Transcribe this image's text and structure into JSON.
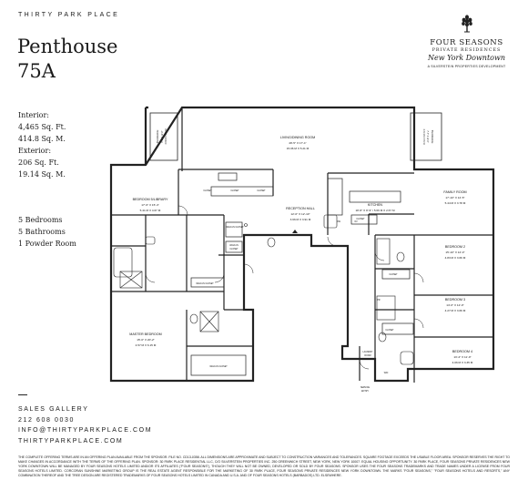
{
  "header": {
    "building": "THIRTY PARK PLACE",
    "title_line1": "Penthouse",
    "title_line2": "75A"
  },
  "specs": {
    "interior_label": "Interior:",
    "interior_ft": "4,465 Sq. Ft.",
    "interior_m": "414.8 Sq. M.",
    "exterior_label": "Exterior:",
    "exterior_ft": "206 Sq. Ft.",
    "exterior_m": "19.14 Sq. M.",
    "bedrooms": "5 Bedrooms",
    "bathrooms": "5 Bathrooms",
    "powder": "1 Powder Room"
  },
  "logo": {
    "line1": "FOUR SEASONS",
    "line2": "PRIVATE RESIDENCES",
    "line3": "New York Downtown",
    "line4": "A SILVERSTEIN PROPERTIES DEVELOPMENT"
  },
  "contact": {
    "label": "SALES GALLERY",
    "phone": "212 608 0030",
    "email": "INFO@THIRTYPARKPLACE.COM",
    "web": "THIRTYPARKPLACE.COM"
  },
  "plan": {
    "terrace_w_name": "TERRACE",
    "terrace_w_dim1": "8'-7\" X 12'-6\"",
    "terrace_w_dim2": "2.62 M X 3.81 M",
    "terrace_e_name": "TERRACE",
    "terrace_e_dim1": "7'-7\" X 12'-6\"",
    "terrace_e_dim2": "2.31 M X 3.81 M",
    "living_name": "LIVING/DINING ROOM",
    "living_dim1": "49'-5\" X 17'-1\"",
    "living_dim2": "15.06 M X 5.21 M",
    "library_name": "BEDROOM 5/LIBRARY",
    "library_dim1": "17'-9\" X 15'-4\"",
    "library_dim2": "5.41 M X 4.67 M",
    "reception_name": "RECEPTION HALL",
    "reception_dim1": "12'-0\" X 12'-10\"",
    "reception_dim2": "3.66 M X 3.91 M",
    "kitchen_name": "KITCHEN",
    "kitchen_dim": "18'-8\" X 8'-9\" / 5.69 M X 2.67 M",
    "family_name": "FAMILY ROOM",
    "family_dim1": "17'-10\" X 12'-5\"",
    "family_dim2": "5.44 M X 3.78 M",
    "bed2_name": "BEDROOM 2",
    "bed2_dim1": "15'-10\" X 12'-0\"",
    "bed2_dim2": "4.83 M X 3.66 M",
    "bed3_name": "BEDROOM 3",
    "bed3_dim1": "14'-0\" X 12'-0\"",
    "bed3_dim2": "4.27 M X 3.66 M",
    "bed4_name": "BEDROOM 4",
    "bed4_dim1": "13'-4\" X 11'-0\"",
    "bed4_dim2": "4.06 M X 3.35 M",
    "master_name": "MASTER BEDROOM",
    "master_dim1": "15'-0\" X 20'-2\"",
    "master_dim2": "4.57 M X 6.15 M",
    "walkin": "WALK-IN CLOSET",
    "walkin_short": "WALK-IN",
    "closet": "CLOSET",
    "laundry": "LAUNDRY",
    "room": "ROOM",
    "service": "SERVICE",
    "entry": "ENTRY",
    "pr": "PR",
    "dw": "DW",
    "ov": "OV",
    "wd": "W/D"
  },
  "disclaimer": "THE COMPLETE OFFERING TERMS ARE IN AN OFFERING PLAN AVAILABLE FROM THE SPONSOR. FILE NO. CD13-0358. ALL DIMENSIONS ARE APPROXIMATE AND SUBJECT TO CONSTRUCTION VARIANCES AND TOLERANCES. SQUARE FOOTAGE EXCEEDS THE USABLE FLOOR AREA. SPONSOR RESERVES THE RIGHT TO MAKE CHANGES IN ACCORDANCE WITH THE TERMS OF THE OFFERING PLAN. SPONSOR: 30 PARK PLACE RESIDENTIAL LLC, C/O SILVERSTEIN PROPERTIES INC. 250 GREENWICH STREET, NEW YORK, NEW YORK 10007. EQUAL HOUSING OPPORTUNITY. 30 PARK PLACE, FOUR SEASONS PRIVATE RESIDENCES NEW YORK DOWNTOWN WILL BE MANAGED BY FOUR SEASONS HOTELS LIMITED AND/OR ITS AFFILIATES (\"FOUR SEASONS\"), THOUGH THEY WILL NOT BE OWNED, DEVELOPED OR SOLD BY FOUR SEASONS. SPONSOR USES THE FOUR SEASONS TRADEMARKS AND TRADE NAMES UNDER A LICENSE FROM FOUR SEASONS HOTELS LIMITED. CORCORAN SUNSHINE MARKETING GROUP IS THE REAL ESTATE AGENT RESPONSIBLE FOR THE MARKETING OF 30 PARK PLACE, FOUR SEASONS PRIVATE RESIDENCES NEW YORK DOWNTOWN. THE MARKS \"FOUR SEASONS,\" \"FOUR SEASONS HOTELS AND RESORTS,\" ANY COMBINATION THEREOF AND THE TREE DESIGN ARE REGISTERED TRADEMARKS OF FOUR SEASONS HOTELS LIMITED IN CANADA AND U.S.A. AND OF FOUR SEASONS HOTELS (BARBADOS) LTD. ELSEWHERE."
}
